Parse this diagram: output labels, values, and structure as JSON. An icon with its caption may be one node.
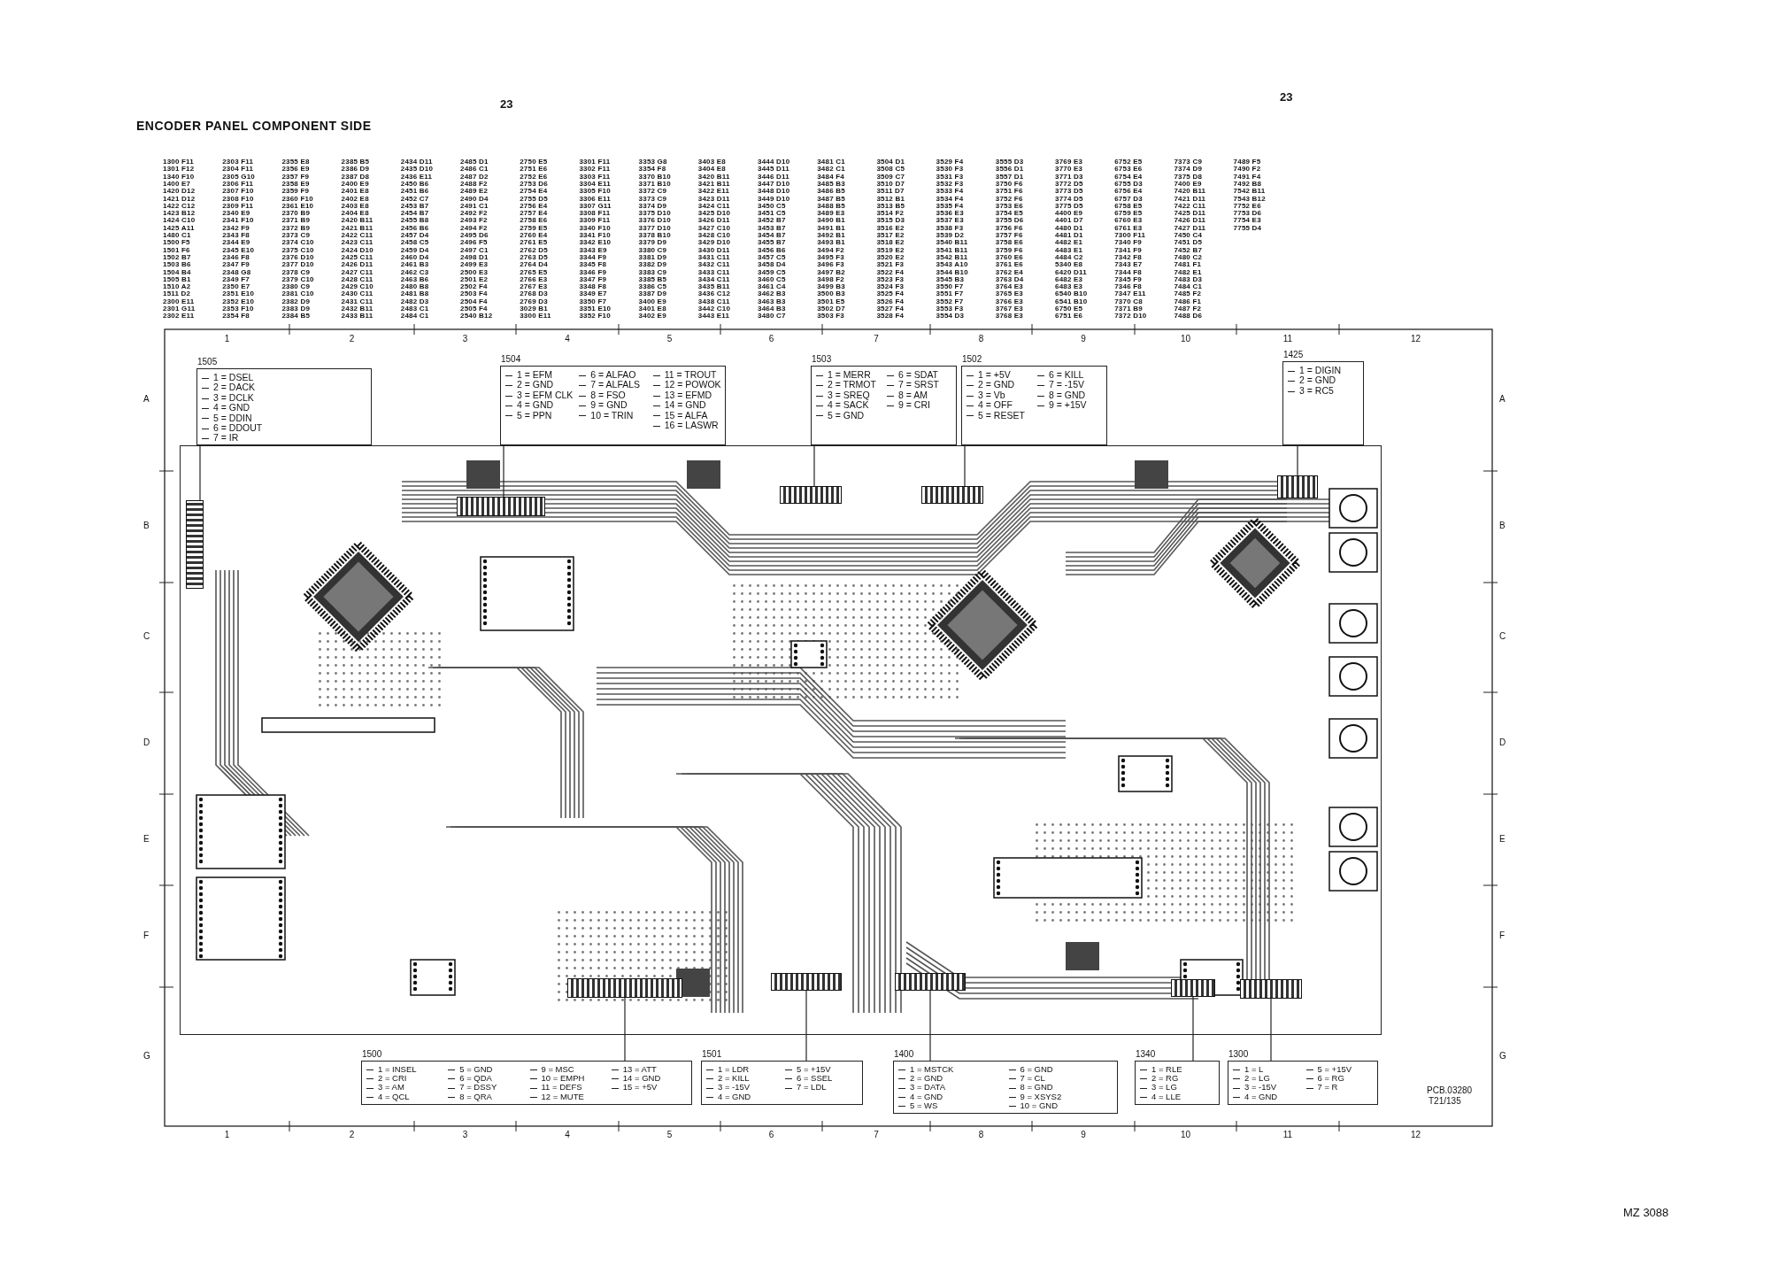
{
  "diagram": {
    "title": "ENCODER PANEL COMPONENT SIDE",
    "nodes": [
      {
        "text": [
          "1505",
          "1 = DSEL",
          "2 = DACK",
          "3 = DCLK",
          "4 = GND",
          "5 = DDIN",
          "6 = DDOUT",
          "7 = IR"
        ]
      },
      {
        "text": [
          "1504",
          "1 = EFM",
          "2 = GND",
          "3 = EFM CLK",
          "4 = GND",
          "5 = PPN",
          "6 = ALFAO",
          "7 = ALFALS",
          "8 = FSO",
          "9 = GND",
          "10 = TRIN",
          "11 = TROUT",
          "12 = POWOK",
          "13 = EFMD",
          "14 = GND",
          "15 = ALFA",
          "16 = LASWR"
        ]
      },
      {
        "text": [
          "1503",
          "1 = MERR",
          "2 = TRMOT",
          "3 = SREQ",
          "4 = SACK",
          "5 = GND",
          "6 = SDAT",
          "7 = SRST",
          "8 = AM",
          "9 = CRI"
        ]
      },
      {
        "text": [
          "1502",
          "1 = +5V",
          "2 = GND",
          "3 = Vb",
          "4 = OFF",
          "5 = RESET",
          "6 = KILL",
          "7 = -15V",
          "8 = GND",
          "9 = +15V"
        ]
      },
      {
        "text": [
          "1425",
          "1 = DIGIN",
          "2 = GND",
          "3 = RC5"
        ]
      },
      {
        "text": [],
        "shape": "picture"
      },
      {
        "text": [],
        "shape": "box",
        "in": 5
      },
      {
        "text": [],
        "shape": "box",
        "in": 5
      },
      {
        "text": [],
        "shape": "box",
        "in": 5
      },
      {
        "text": [],
        "shape": "box",
        "in": 5
      },
      {
        "text": [],
        "shape": "box",
        "in": 5
      },
      {
        "text": [],
        "shape": "box",
        "in": 5
      },
      {
        "text": [],
        "shape": "box",
        "in": 5
      },
      {
        "text": [],
        "shape": "box",
        "in": 5
      },
      {
        "text": [],
        "shape": "box",
        "in": 5
      },
      {
        "text": [],
        "shape": "box",
        "in": 5
      },
      {
        "text": [
          "1500",
          "1 = INSEL",
          "2 = CRI",
          "3 = AM",
          "4 = QCL",
          "5 = GND",
          "6 = QDA",
          "7 = DSSY",
          "8 = QRA",
          "9 = MSC",
          "10 = EMPH",
          "11 = DEFS",
          "12 = MUTE",
          "13 = ATT",
          "14 = GND",
          "15 = +5V"
        ]
      },
      {
        "text": [
          "1501",
          "1 = LDR",
          "2 = KILL",
          "3 = -15V",
          "4 = GND",
          "5 = +15V",
          "6 = SSEL",
          "7 = LDL"
        ]
      },
      {
        "text": [
          "1400",
          "1 = MSTCK",
          "2 = GND",
          "3 = DATA",
          "4 = GND",
          "5 = WS",
          "6 = GND",
          "7 = CL",
          "8 = GND",
          "9 = XSYS2",
          "10 = GND"
        ]
      },
      {
        "text": [
          "1340",
          "1 = RLE",
          "2 = RG",
          "3 = LG",
          "4 = LLE"
        ]
      },
      {
        "text": [
          "1300",
          "1 = L",
          "2 = LG",
          "3 = -15V",
          "4 = GND",
          "5 = +15V",
          "6 = RG",
          "7 = R"
        ]
      }
    ],
    "edges": [
      {
        "from": 0,
        "to": 6,
        "arrow": "none"
      },
      {
        "from": 1,
        "to": 7,
        "arrow": "none"
      },
      {
        "from": 2,
        "to": 8,
        "arrow": "none"
      },
      {
        "from": 3,
        "to": 9,
        "arrow": "none"
      },
      {
        "from": 4,
        "to": 10,
        "arrow": "none"
      },
      {
        "from": 16,
        "to": 11,
        "arrow": "none"
      },
      {
        "from": 17,
        "to": 12,
        "arrow": "none"
      },
      {
        "from": 18,
        "to": 13,
        "arrow": "none"
      },
      {
        "from": 19,
        "to": 14,
        "arrow": "none"
      },
      {
        "from": 20,
        "to": 15,
        "arrow": "none"
      }
    ],
    "labels": [
      "23",
      "23",
      "1300 F11",
      "2303 F11",
      "2355 E8",
      "2385 B5",
      "2434 D11",
      "2485 D1",
      "2750 E5",
      "3301 F11",
      "3353 G8",
      "3403 E8",
      "3444 D10",
      "3481 C1",
      "3504 D1",
      "3529 F4",
      "3555 D3",
      "3769 E3",
      "6752 E5",
      "7373 C9",
      "7489 F5",
      "1301 F12",
      "2304 F11",
      "2356 E9",
      "2386 D9",
      "2435 D10",
      "2486 C1",
      "2751 E6",
      "3302 F11",
      "3354 F8",
      "3404 E8",
      "3445 D11",
      "3482 C1",
      "3508 C5",
      "3530 F3",
      "3556 D1",
      "3770 E3",
      "6753 E6",
      "7374 D9",
      "7490 F2",
      "1340 F10",
      "2305 G10",
      "2357 F9",
      "2387 D8",
      "2436 E11",
      "2487 D2",
      "2752 E6",
      "3303 F11",
      "3370 B10",
      "3420 B11",
      "3446 D11",
      "3484 F4",
      "3509 C7",
      "3531 F3",
      "3557 D1",
      "3771 D3",
      "6754 E4",
      "7375 D8",
      "7491 F4",
      "1400 E7",
      "2306 F11",
      "2358 E9",
      "2400 E9",
      "2450 B6",
      "2488 F2",
      "2753 D6",
      "3304 E11",
      "3371 B10",
      "3421 B11",
      "3447 D10",
      "3485 B3",
      "3510 D7",
      "3532 F3",
      "3750 F6",
      "3772 D5",
      "6755 D3",
      "7400 E9",
      "7492 B8",
      "1420 D12",
      "2307 F10",
      "2359 F9",
      "2401 E8",
      "2451 B6",
      "2489 E2",
      "2754 E4",
      "3305 F10",
      "3372 C9",
      "3422 E11",
      "3448 D10",
      "3486 B5",
      "3511 D7",
      "3533 F4",
      "3751 F6",
      "3773 D5",
      "6756 E4",
      "7420 B11",
      "7542 B11",
      "1421 D12",
      "2308 F10",
      "2360 F10",
      "2402 E8",
      "2452 C7",
      "2490 D4",
      "2755 D5",
      "3306 E11",
      "3373 C9",
      "3423 D11",
      "3449 D10",
      "3487 B5",
      "3512 B1",
      "3534 F4",
      "3752 F6",
      "3774 D5",
      "6757 D3",
      "7421 D11",
      "7543 B12",
      "1422 C12",
      "2309 F11",
      "2361 E10",
      "2403 E8",
      "2453 B7",
      "2491 C1",
      "2756 E4",
      "3307 G11",
      "3374 D9",
      "3424 C11",
      "3450 C5",
      "3488 B5",
      "3513 B5",
      "3535 F4",
      "3753 E6",
      "3775 D5",
      "6758 E5",
      "7422 C11",
      "7752 E6",
      "1423 B12",
      "2340 E9",
      "2370 B9",
      "2404 E8",
      "2454 B7",
      "2492 F2",
      "2757 E4",
      "3308 F11",
      "3375 D10",
      "3425 D10",
      "3451 C5",
      "3489 E3",
      "3514 F2",
      "3536 E3",
      "3754 E5",
      "4400 E9",
      "6759 E5",
      "7425 D11",
      "7753 D6",
      "1424 C10",
      "2341 F10",
      "2371 B9",
      "2420 B11",
      "2455 B8",
      "2493 F2",
      "2758 E6",
      "3309 F11",
      "3376 D10",
      "3426 D11",
      "3452 B7",
      "3490 B1",
      "3515 D3",
      "3537 E3",
      "3755 D6",
      "4401 D7",
      "6760 E3",
      "7426 D11",
      "7754 E3",
      "1425 A11",
      "2342 F9",
      "2372 B9",
      "2421 B11",
      "2456 B6",
      "2494 F2",
      "2759 E5",
      "3340 F10",
      "3377 D10",
      "3427 C10",
      "3453 B7",
      "3491 B1",
      "3516 E2",
      "3538 F3",
      "3756 F6",
      "4480 D1",
      "6761 E3",
      "7427 D11",
      "7755 D4",
      "1480 C1",
      "2343 F8",
      "2373 C9",
      "2422 C11",
      "2457 D4",
      "2495 D6",
      "2760 E4",
      "3341 F10",
      "3378 B10",
      "3428 C10",
      "3454 B7",
      "3492 B1",
      "3517 E2",
      "3539 D2",
      "3757 F6",
      "4481 D1",
      "7300 F11",
      "7450 C4",
      "1500 F5",
      "2344 E9",
      "2374 C10",
      "2423 C11",
      "2458 C5",
      "2496 F5",
      "2761 E5",
      "3342 E10",
      "3379 D9",
      "3429 D10",
      "3455 B7",
      "3493 B1",
      "3518 E2",
      "3540 B11",
      "3758 E6",
      "4482 E1",
      "7340 F9",
      "7451 D5",
      "1501 F6",
      "2345 E10",
      "2375 C10",
      "2424 D10",
      "2459 D4",
      "2497 C1",
      "2762 D5",
      "3343 E9",
      "3380 C9",
      "3430 D11",
      "3456 B6",
      "3494 F2",
      "3519 E2",
      "3541 B11",
      "3759 F6",
      "4483 E1",
      "7341 F9",
      "7452 B7",
      "1502 B7",
      "2346 F8",
      "2376 D10",
      "2425 C11",
      "2460 D4",
      "2498 D1",
      "2763 D5",
      "3344 F9",
      "3381 D9",
      "3431 C11",
      "3457 C5",
      "3495 F3",
      "3520 E2",
      "3542 B11",
      "3760 E6",
      "4484 C2",
      "7342 F8",
      "7480 C2",
      "1503 B6",
      "2347 F9",
      "2377 D10",
      "2426 D11",
      "2461 B3",
      "2499 E3",
      "2764 D4",
      "3345 F8",
      "3382 D9",
      "3432 C11",
      "3458 D4",
      "3496 F3",
      "3521 F3",
      "3543 A10",
      "3761 E6",
      "5340 E8",
      "7343 E7",
      "7481 F1",
      "1504 B4",
      "2348 G8",
      "2378 C9",
      "2427 C11",
      "2462 C3",
      "2500 E3",
      "2765 E5",
      "3346 F9",
      "3383 C9",
      "3433 C11",
      "3459 C5",
      "3497 B2",
      "3522 F4",
      "3544 B10",
      "3762 E4",
      "6420 D11",
      "7344 F8",
      "7482 E1",
      "1505 B1",
      "2349 F7",
      "2379 C10",
      "2428 C11",
      "2463 B6",
      "2501 E2",
      "2766 E3",
      "3347 F9",
      "3385 B5",
      "3434 C11",
      "3460 C5",
      "3498 F2",
      "3523 F3",
      "3545 B3",
      "3763 D4",
      "6482 E3",
      "7345 F9",
      "7483 D3",
      "1510 A2",
      "2350 E7",
      "2380 C9",
      "2429 C10",
      "2480 B8",
      "2502 F4",
      "2767 E3",
      "3348 F8",
      "3386 C5",
      "3435 B11",
      "3461 C4",
      "3499 B3",
      "3524 F3",
      "3550 F7",
      "3764 E3",
      "6483 E3",
      "7346 F8",
      "7484 C1",
      "1511 D2",
      "2351 E10",
      "2381 C10",
      "2430 C11",
      "2481 B8",
      "2503 F4",
      "2768 D3",
      "3349 E7",
      "3387 D9",
      "3436 C12",
      "3462 B3",
      "3500 B3",
      "3525 F4",
      "3551 F7",
      "3765 E3",
      "6540 B10",
      "7347 E11",
      "7485 F2",
      "2300 E11",
      "2352 E10",
      "2382 D9",
      "2431 C11",
      "2482 D3",
      "2504 F4",
      "2769 D3",
      "3350 F7",
      "3400 E9",
      "3438 C11",
      "3463 B3",
      "3501 E5",
      "3526 F4",
      "3552 F7",
      "3766 E3",
      "6541 B10",
      "7370 C8",
      "7486 F1",
      "2301 G11",
      "2353 F10",
      "2383 D9",
      "2432 B11",
      "2483 C1",
      "2505 F4",
      "3029 B1",
      "3351 E10",
      "3401 E8",
      "3442 C10",
      "3464 B3",
      "3502 D7",
      "3527 F4",
      "3553 F3",
      "3767 E3",
      "6750 E5",
      "7371 B9",
      "7487 F2",
      "2302 E11",
      "2354 F8",
      "2384 B5",
      "2433 B11",
      "2484 C1",
      "2540 B12",
      "3300 E11",
      "3352 F10",
      "3402 E9",
      "3443 E11",
      "3480 C7",
      "3503 F3",
      "3528 F4",
      "3554 D3",
      "3768 E3",
      "6751 E6",
      "7372 D10",
      "7488 D6",
      "1",
      "2",
      "3",
      "4",
      "5",
      "6",
      "7",
      "8",
      "9",
      "10",
      "11",
      "12",
      "A",
      "B",
      "C",
      "D",
      "E",
      "F",
      "G",
      "A",
      "B",
      "C",
      "D",
      "E",
      "F",
      "G",
      "1",
      "2",
      "3",
      "4",
      "5",
      "6",
      "7",
      "8",
      "9",
      "10",
      "11",
      "12",
      "PCB.03280",
      "T21/135",
      "MZ 3088"
    ]
  }
}
